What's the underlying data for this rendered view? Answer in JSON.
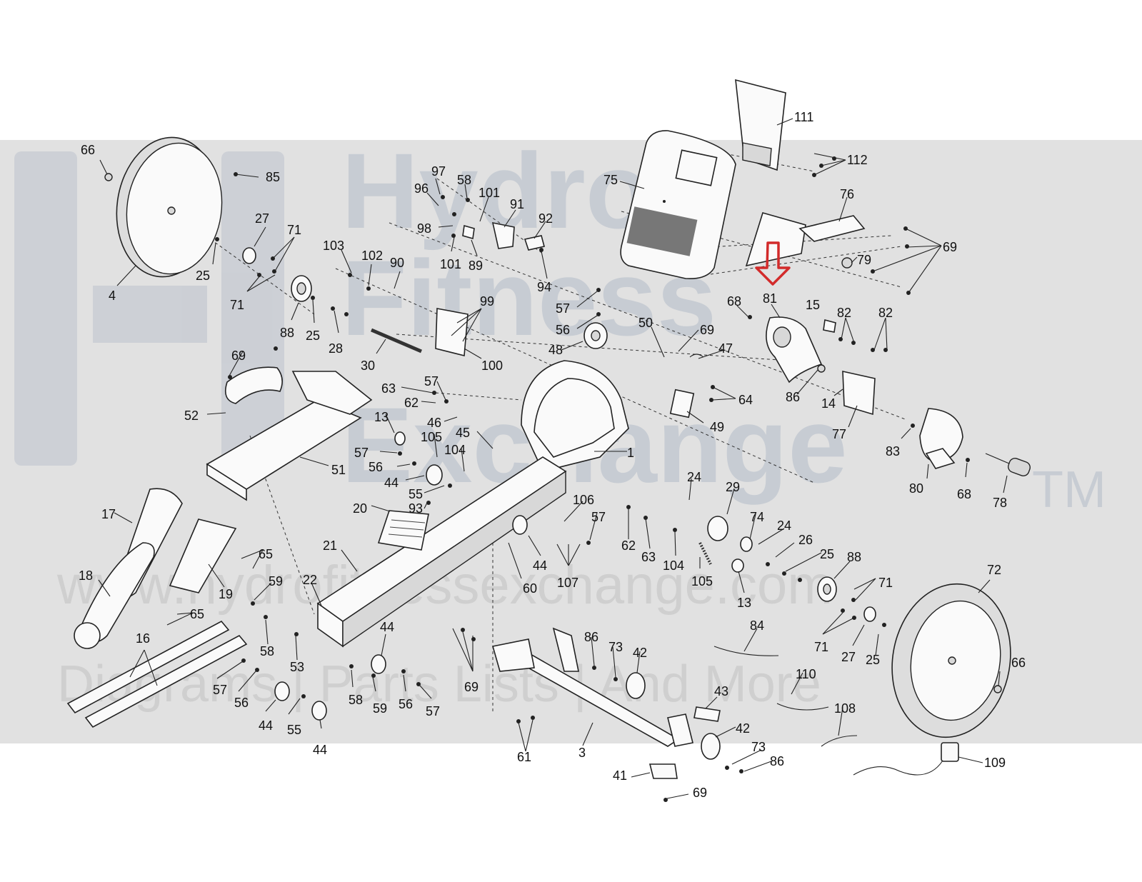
{
  "watermark": {
    "brand_line1": "Hydro",
    "brand_line2": "Fitness",
    "brand_line3": "Exchange",
    "trademark": "TM",
    "url": "www.hydrofitnessexchange.com",
    "tagline": "Diagrams | Parts Lists | And More"
  },
  "highlight": {
    "color": "#d22b2b",
    "target_part": "81"
  },
  "parts": [
    {
      "id": "p111",
      "text": "111"
    },
    {
      "id": "p112",
      "text": "112"
    },
    {
      "id": "p75",
      "text": "75"
    },
    {
      "id": "p76",
      "text": "76"
    },
    {
      "id": "p69a",
      "text": "69"
    },
    {
      "id": "p79",
      "text": "79"
    },
    {
      "id": "p81",
      "text": "81"
    },
    {
      "id": "p68a",
      "text": "68"
    },
    {
      "id": "p15",
      "text": "15"
    },
    {
      "id": "p82a",
      "text": "82"
    },
    {
      "id": "p82b",
      "text": "82"
    },
    {
      "id": "p86a",
      "text": "86"
    },
    {
      "id": "p14",
      "text": "14"
    },
    {
      "id": "p77",
      "text": "77"
    },
    {
      "id": "p83",
      "text": "83"
    },
    {
      "id": "p80",
      "text": "80"
    },
    {
      "id": "p68b",
      "text": "68"
    },
    {
      "id": "p78",
      "text": "78"
    },
    {
      "id": "p66a",
      "text": "66"
    },
    {
      "id": "p85",
      "text": "85"
    },
    {
      "id": "p27a",
      "text": "27"
    },
    {
      "id": "p71a",
      "text": "71"
    },
    {
      "id": "p71b",
      "text": "71"
    },
    {
      "id": "p25a",
      "text": "25"
    },
    {
      "id": "p4",
      "text": "4"
    },
    {
      "id": "p88a",
      "text": "88"
    },
    {
      "id": "p25b",
      "text": "25"
    },
    {
      "id": "p28",
      "text": "28"
    },
    {
      "id": "p30",
      "text": "30"
    },
    {
      "id": "p97",
      "text": "97"
    },
    {
      "id": "p58a",
      "text": "58"
    },
    {
      "id": "p96",
      "text": "96"
    },
    {
      "id": "p101a",
      "text": "101"
    },
    {
      "id": "p91",
      "text": "91"
    },
    {
      "id": "p92",
      "text": "92"
    },
    {
      "id": "p98",
      "text": "98"
    },
    {
      "id": "p101b",
      "text": "101"
    },
    {
      "id": "p89",
      "text": "89"
    },
    {
      "id": "p94",
      "text": "94"
    },
    {
      "id": "p103",
      "text": "103"
    },
    {
      "id": "p102",
      "text": "102"
    },
    {
      "id": "p90",
      "text": "90"
    },
    {
      "id": "p99",
      "text": "99"
    },
    {
      "id": "p100",
      "text": "100"
    },
    {
      "id": "p57a",
      "text": "57"
    },
    {
      "id": "p56a",
      "text": "56"
    },
    {
      "id": "p48",
      "text": "48"
    },
    {
      "id": "p50",
      "text": "50"
    },
    {
      "id": "p69b",
      "text": "69"
    },
    {
      "id": "p47",
      "text": "47"
    },
    {
      "id": "p64",
      "text": "64"
    },
    {
      "id": "p49",
      "text": "49"
    },
    {
      "id": "p1",
      "text": "1"
    },
    {
      "id": "p69c",
      "text": "69"
    },
    {
      "id": "p52",
      "text": "52"
    },
    {
      "id": "p51",
      "text": "51"
    },
    {
      "id": "p63a",
      "text": "63"
    },
    {
      "id": "p57b",
      "text": "57"
    },
    {
      "id": "p62a",
      "text": "62"
    },
    {
      "id": "p46",
      "text": "46"
    },
    {
      "id": "p13a",
      "text": "13"
    },
    {
      "id": "p45",
      "text": "45"
    },
    {
      "id": "p105a",
      "text": "105"
    },
    {
      "id": "p104a",
      "text": "104"
    },
    {
      "id": "p57c",
      "text": "57"
    },
    {
      "id": "p56b",
      "text": "56"
    },
    {
      "id": "p44a",
      "text": "44"
    },
    {
      "id": "p55a",
      "text": "55"
    },
    {
      "id": "p93",
      "text": "93"
    },
    {
      "id": "p20",
      "text": "20"
    },
    {
      "id": "p24a",
      "text": "24"
    },
    {
      "id": "p29",
      "text": "29"
    },
    {
      "id": "p106",
      "text": "106"
    },
    {
      "id": "p57d",
      "text": "57"
    },
    {
      "id": "p62b",
      "text": "62"
    },
    {
      "id": "p63b",
      "text": "63"
    },
    {
      "id": "p74",
      "text": "74"
    },
    {
      "id": "p24b",
      "text": "24"
    },
    {
      "id": "p104b",
      "text": "104"
    },
    {
      "id": "p105b",
      "text": "105"
    },
    {
      "id": "p26",
      "text": "26"
    },
    {
      "id": "p25c",
      "text": "25"
    },
    {
      "id": "p88b",
      "text": "88"
    },
    {
      "id": "p13b",
      "text": "13"
    },
    {
      "id": "p44b",
      "text": "44"
    },
    {
      "id": "p60",
      "text": "60"
    },
    {
      "id": "p107",
      "text": "107"
    },
    {
      "id": "p72",
      "text": "72"
    },
    {
      "id": "p71c",
      "text": "71"
    },
    {
      "id": "p71d",
      "text": "71"
    },
    {
      "id": "p27b",
      "text": "27"
    },
    {
      "id": "p25d",
      "text": "25"
    },
    {
      "id": "p66b",
      "text": "66"
    },
    {
      "id": "p17",
      "text": "17"
    },
    {
      "id": "p65a",
      "text": "65"
    },
    {
      "id": "p18",
      "text": "18"
    },
    {
      "id": "p19",
      "text": "19"
    },
    {
      "id": "p65b",
      "text": "65"
    },
    {
      "id": "p21",
      "text": "21"
    },
    {
      "id": "p22",
      "text": "22"
    },
    {
      "id": "p59a",
      "text": "59"
    },
    {
      "id": "p58b",
      "text": "58"
    },
    {
      "id": "p53",
      "text": "53"
    },
    {
      "id": "p16",
      "text": "16"
    },
    {
      "id": "p57e",
      "text": "57"
    },
    {
      "id": "p56c",
      "text": "56"
    },
    {
      "id": "p44c",
      "text": "44"
    },
    {
      "id": "p55b",
      "text": "55"
    },
    {
      "id": "p44d",
      "text": "44"
    },
    {
      "id": "p58c",
      "text": "58"
    },
    {
      "id": "p59b",
      "text": "59"
    },
    {
      "id": "p56d",
      "text": "56"
    },
    {
      "id": "p57f",
      "text": "57"
    },
    {
      "id": "p44e",
      "text": "44"
    },
    {
      "id": "p69d",
      "text": "69"
    },
    {
      "id": "p86b",
      "text": "86"
    },
    {
      "id": "p73a",
      "text": "73"
    },
    {
      "id": "p42a",
      "text": "42"
    },
    {
      "id": "p84",
      "text": "84"
    },
    {
      "id": "p110",
      "text": "110"
    },
    {
      "id": "p43",
      "text": "43"
    },
    {
      "id": "p108",
      "text": "108"
    },
    {
      "id": "p61",
      "text": "61"
    },
    {
      "id": "p3",
      "text": "3"
    },
    {
      "id": "p42b",
      "text": "42"
    },
    {
      "id": "p73b",
      "text": "73"
    },
    {
      "id": "p86c",
      "text": "86"
    },
    {
      "id": "p109",
      "text": "109"
    },
    {
      "id": "p41",
      "text": "41"
    },
    {
      "id": "p69e",
      "text": "69"
    }
  ]
}
